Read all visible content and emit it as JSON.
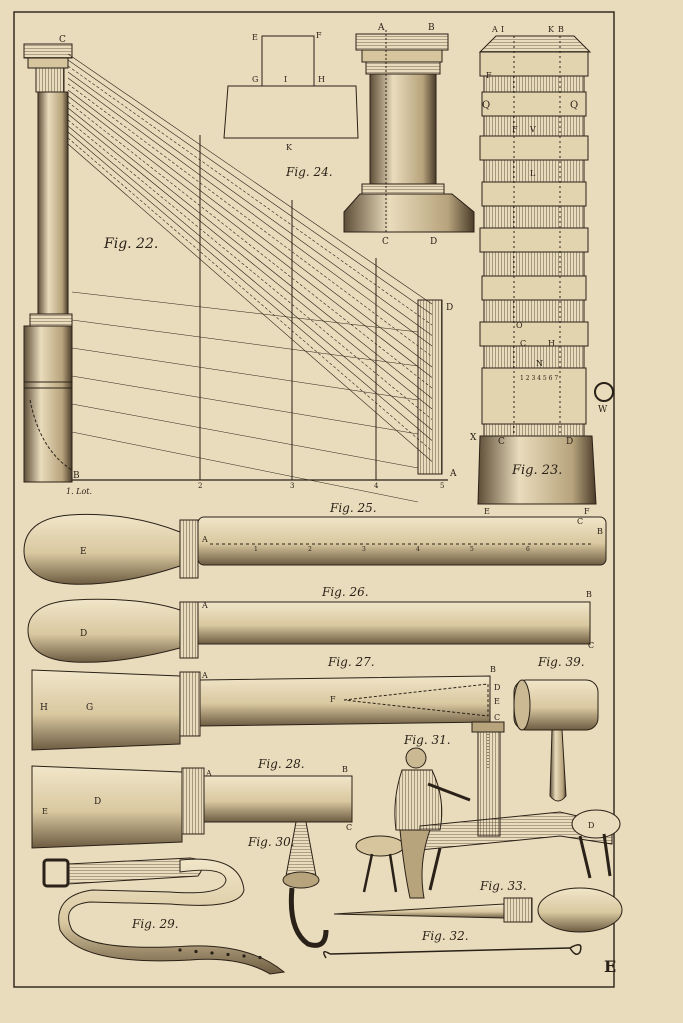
{
  "plate": {
    "signature": "E",
    "colors": {
      "paper": "#e9dcbc",
      "ink": "#2a2118",
      "shade": "#cbb994"
    }
  },
  "figures": {
    "fig22": {
      "caption": "Fig. 22.",
      "letters": {
        "c": "C",
        "b": "B",
        "d": "D",
        "a": "A"
      },
      "baseline_labels": [
        "1. Lot.",
        "2",
        "3",
        "4",
        "5"
      ]
    },
    "fig23": {
      "caption": "Fig. 23.",
      "letters": {
        "a": "A",
        "i": "I",
        "k": "K",
        "b": "B",
        "f_top": "F",
        "q_left": "Q",
        "q_right": "Q",
        "f": "F",
        "v": "V",
        "l": "L",
        "o": "O",
        "c_mid": "C",
        "h": "H",
        "n": "N",
        "w": "W",
        "x": "X",
        "c": "C",
        "d": "D",
        "e": "E",
        "f_bottom": "F"
      },
      "scale_digits": "1 2 3 4 5 6 7"
    },
    "fig24": {
      "caption": "Fig. 24.",
      "letters": {
        "e": "E",
        "f": "F",
        "g": "G",
        "i": "I",
        "h": "H",
        "k": "K",
        "a": "A",
        "b": "B",
        "c": "C",
        "d": "D"
      }
    },
    "fig25": {
      "caption": "Fig. 25.",
      "letters": {
        "e": "E",
        "a": "A",
        "c": "C",
        "b": "B"
      },
      "scale_digits": [
        "1",
        "2",
        "3",
        "4",
        "5",
        "6"
      ]
    },
    "fig26": {
      "caption": "Fig. 26.",
      "letters": {
        "d": "D",
        "a": "A",
        "b": "B",
        "c": "C"
      }
    },
    "fig27": {
      "caption": "Fig. 27.",
      "letters": {
        "h": "H",
        "g": "G",
        "a": "A",
        "f": "F",
        "b": "B",
        "d": "D",
        "e": "E",
        "c": "C"
      }
    },
    "fig28": {
      "caption": "Fig. 28.",
      "letters": {
        "e": "E",
        "d": "D",
        "a": "A",
        "b": "B",
        "c": "C"
      }
    },
    "fig29": {
      "caption": "Fig. 29."
    },
    "fig30": {
      "caption": "Fig. 30."
    },
    "fig31": {
      "caption": "Fig. 31.",
      "letters": {
        "d": "D"
      }
    },
    "fig32": {
      "caption": "Fig. 32."
    },
    "fig33": {
      "caption": "Fig. 33."
    },
    "fig39": {
      "caption": "Fig. 39."
    }
  }
}
